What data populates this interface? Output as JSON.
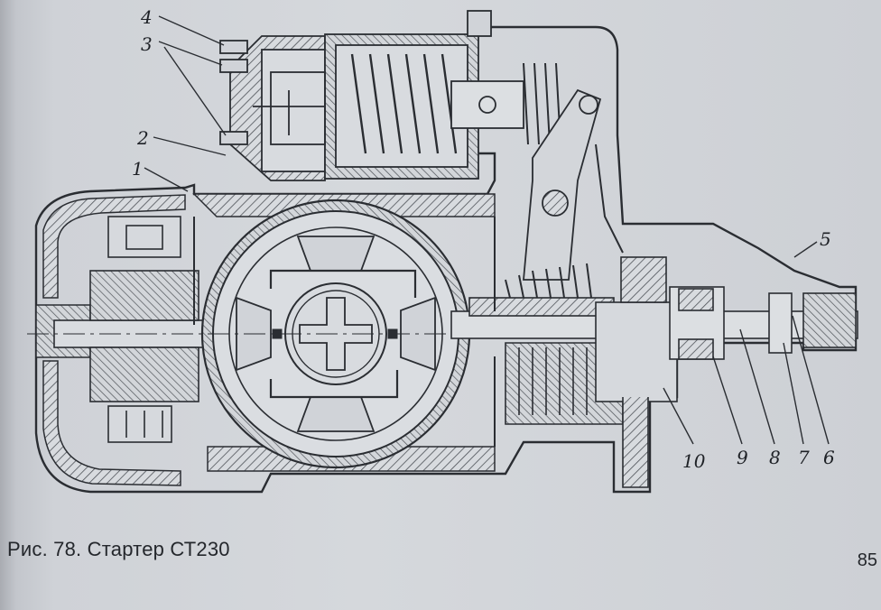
{
  "figure": {
    "caption": "Рис. 78. Стартер СТ230",
    "page_number": "85",
    "callouts": [
      {
        "num": "1"
      },
      {
        "num": "2"
      },
      {
        "num": "3"
      },
      {
        "num": "4"
      },
      {
        "num": "5"
      },
      {
        "num": "6"
      },
      {
        "num": "7"
      },
      {
        "num": "8"
      },
      {
        "num": "9"
      },
      {
        "num": "10"
      }
    ]
  },
  "colors": {
    "paper": "#d5d8dc",
    "ink": "#2a2d32",
    "hatch": "#5a5e64"
  }
}
